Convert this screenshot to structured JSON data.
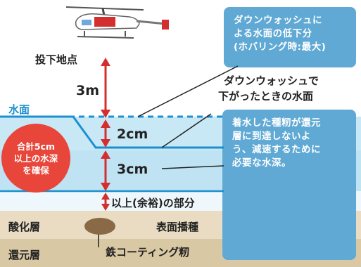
{
  "labels": {
    "drop_point": "投下地点",
    "height": "3m",
    "water_surface": "水面",
    "depth_top": "2cm",
    "depth_mid": "3cm",
    "margin_part": "以上(余裕)の部分",
    "downwash_surface_line1": "ダウンウォッシュで",
    "downwash_surface_line2": "下がったときの水面",
    "total_depth_line1": "合計5cm",
    "total_depth_line2": "以上の水深",
    "total_depth_line3": "を確保",
    "oxidized_layer": "酸化層",
    "reduced_layer": "還元層",
    "surface_sowing": "表面播種",
    "iron_coated_seed": "鉄コーティング籾"
  },
  "callouts": {
    "top_lines": [
      "ダウンウォッシュに",
      "よる水面の低下分",
      "(ホバリング時:最大)"
    ],
    "side_lines": [
      "着水した種籾が還元",
      "層に到達しないよ",
      "う、減速するために",
      "必要な水深。"
    ]
  },
  "colors": {
    "accent_red": "#e8463a",
    "callout_blue": "#5fa9d4",
    "water_blue": "#1b8fd0",
    "water_fill": "#c9e8f6",
    "soil_oxidized": "#e9dcc2",
    "soil_reduced": "#d9c8a4"
  }
}
